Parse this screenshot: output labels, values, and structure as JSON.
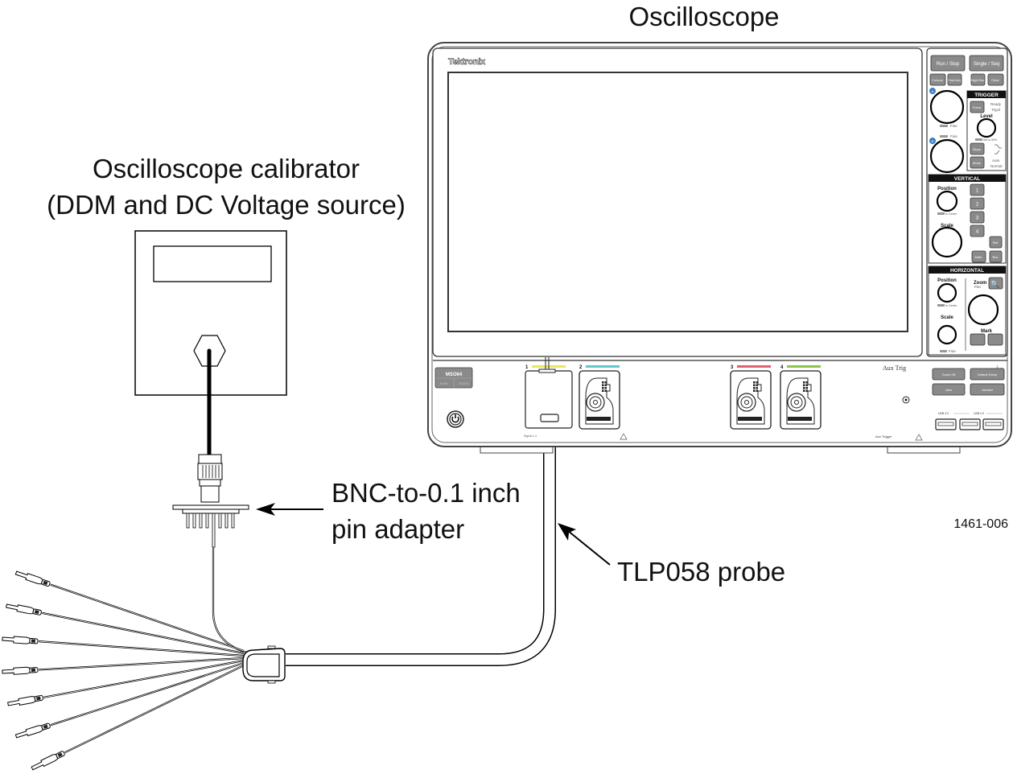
{
  "labels": {
    "oscilloscope": "Oscilloscope",
    "calibrator_line1": "Oscilloscope calibrator",
    "calibrator_line2": "(DDM and DC Voltage source)",
    "adapter_line1": "BNC-to-0.1 inch",
    "adapter_line2": "pin adapter",
    "probe": "TLP058 probe",
    "figure_id": "1461-006"
  },
  "scope": {
    "brand": "Tektronix",
    "model": "MSO64",
    "model_sub_left": "6 GHz",
    "model_sub_right": "25 GS/s",
    "top_buttons": [
      "Run / Stop",
      "Single / Seq"
    ],
    "small_buttons": [
      "Cursors",
      "Fast Acq",
      "High Res",
      "Clear"
    ],
    "knob_a_badge": "A",
    "knob_b_badge": "B",
    "fine_label": "Fine",
    "trigger": {
      "title": "TRIGGER",
      "force_label": "Force",
      "ready_label": "Ready",
      "trigd_label": "Trig'd",
      "level_label": "Level",
      "set_50_label": "Set to 50%",
      "slope_label": "Slope",
      "mode_label": "Mode",
      "auto_label": "Auto",
      "normal_label": "Normal"
    },
    "vertical": {
      "title": "VERTICAL",
      "position_label": "Position",
      "to_center_label": "to Center",
      "scale_label": "Scale",
      "channel_buttons": [
        "1",
        "2",
        "3",
        "4"
      ],
      "ref_label": "Ref",
      "math_label": "Math",
      "bus_label": "Bus"
    },
    "horizontal": {
      "title": "HORIZONTAL",
      "position_label": "Position",
      "to_center_label": "to Center",
      "scale_label": "Scale",
      "zoom_label": "Zoom",
      "pan_label": "Pan",
      "mark_label": "Mark"
    },
    "channels": [
      {
        "num": "1",
        "color": "#e8e85a"
      },
      {
        "num": "2",
        "color": "#5fc8cf"
      },
      {
        "num": "3",
        "color": "#e06070"
      },
      {
        "num": "4",
        "color": "#8cc44c"
      }
    ],
    "aux_trig": "Aux Trig",
    "aux_trigger_small": "Aux Trigger",
    "front_buttons": [
      "Touch Off",
      "Default Setup",
      "User",
      "Autoset"
    ],
    "usb_left": "USB 3.0",
    "usb_right": "USB 2.0",
    "signal_text": "Signal 1-4"
  },
  "colors": {
    "line": "#000000",
    "button_gray": "#8a8a8a",
    "knob_badge": "#3a7fc4",
    "panel_header": "#111111"
  }
}
